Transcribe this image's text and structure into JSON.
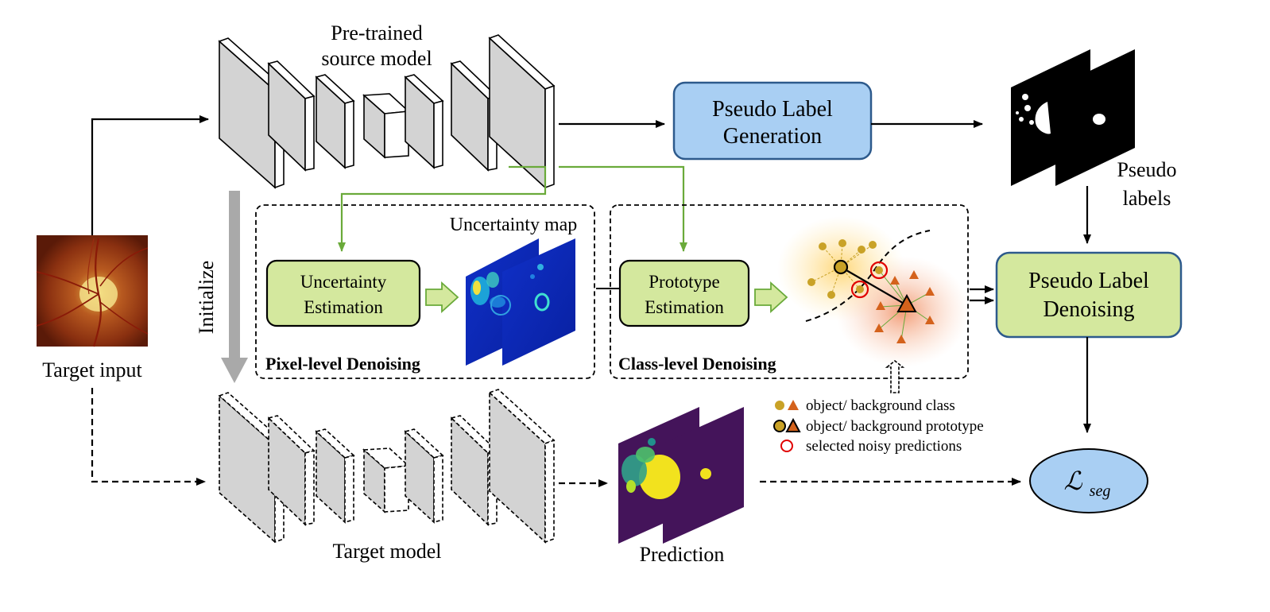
{
  "source_model": {
    "label_line1": "Pre-trained",
    "label_line2": "source model"
  },
  "target_model": {
    "label": "Target model"
  },
  "target_input": {
    "label": "Target input"
  },
  "initialize": {
    "label": "Initialize"
  },
  "pseudo_label_generation": {
    "line1": "Pseudo Label",
    "line2": "Generation"
  },
  "pseudo_labels": {
    "line1": "Pseudo",
    "line2": "labels"
  },
  "pseudo_label_denoising": {
    "line1": "Pseudo Label",
    "line2": "Denoising"
  },
  "pixel_level": {
    "title": "Pixel-level Denoising",
    "box_line1": "Uncertainty",
    "box_line2": "Estimation",
    "map_label": "Uncertainty map"
  },
  "class_level": {
    "title": "Class-level Denoising",
    "box_line1": "Prototype",
    "box_line2": "Estimation"
  },
  "legend": {
    "object_background_class": "object/ background class",
    "object_background_prototype": "object/ background prototype",
    "selected_noisy": "selected noisy predictions"
  },
  "prediction": {
    "label": "Prediction"
  },
  "loss": {
    "symbol": "ℒ",
    "subscript": "seg"
  },
  "colors": {
    "green_box": "#d4e89e",
    "blue_box": "#a9cff3",
    "green_arrow": "#6aaa3a",
    "object_dot": "#c9a227",
    "background_tri": "#d4621c",
    "noisy_circle": "#e00000"
  }
}
